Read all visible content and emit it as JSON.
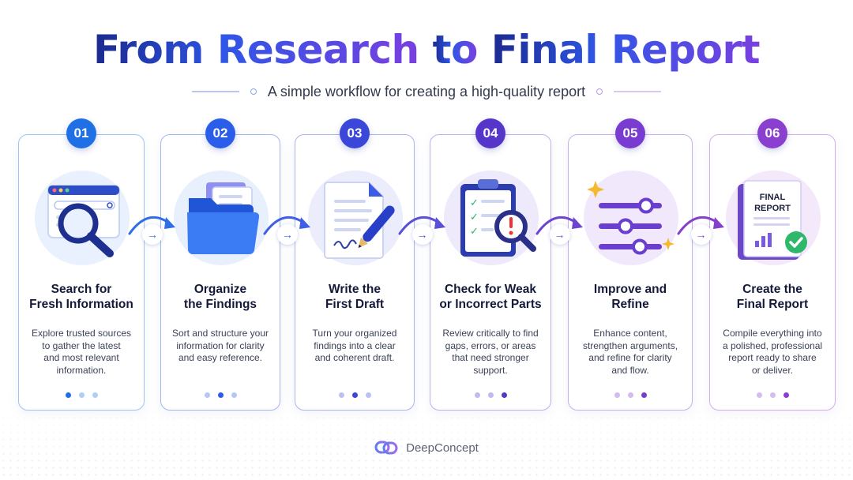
{
  "title": {
    "part1": "From Research",
    "part2": "to",
    "part3": "Final Report"
  },
  "subtitle": "A simple workflow for creating a high-quality report",
  "steps": [
    {
      "number": "01",
      "title_line1": "Search for",
      "title_line2": "Fresh Information",
      "description": [
        "Explore trusted sources",
        "to gather the latest",
        "and most relevant",
        "information."
      ],
      "accent": "#1f6fe5",
      "icon": "magnifier-browser-icon",
      "active_dot": 0
    },
    {
      "number": "02",
      "title_line1": "Organize",
      "title_line2": "the Findings",
      "description": [
        "Sort and structure your",
        "information for clarity",
        "and easy reference."
      ],
      "accent": "#2a5ee8",
      "icon": "folder-icon",
      "active_dot": 1
    },
    {
      "number": "03",
      "title_line1": "Write the",
      "title_line2": "First Draft",
      "description": [
        "Turn your organized",
        "findings into a clear",
        "and coherent draft."
      ],
      "accent": "#3b47d8",
      "icon": "document-pen-icon",
      "active_dot": 1
    },
    {
      "number": "04",
      "title_line1": "Check for Weak",
      "title_line2": "or Incorrect Parts",
      "description": [
        "Review critically to find",
        "gaps, errors, or areas",
        "that need stronger",
        "support."
      ],
      "accent": "#5636c9",
      "icon": "clipboard-check-icon",
      "active_dot": 2
    },
    {
      "number": "05",
      "title_line1": "Improve and",
      "title_line2": "Refine",
      "description": [
        "Enhance content,",
        "strengthen arguments,",
        "and refine for clarity",
        "and flow."
      ],
      "accent": "#7a3bd0",
      "icon": "sliders-icon",
      "active_dot": 2
    },
    {
      "number": "06",
      "title_line1": "Create the",
      "title_line2": "Final Report",
      "description": [
        "Compile everything into",
        "a polished, professional",
        "report ready to share",
        "or deliver."
      ],
      "accent": "#8a3fcf",
      "icon": "final-report-icon",
      "active_dot": 2
    }
  ],
  "illustration_labels": {
    "final_report_line1": "FINAL",
    "final_report_line2": "REPORT"
  },
  "brand": {
    "name": "DeepConcept"
  },
  "colors": {
    "blue": "#1f6fe5",
    "indigo": "#3b47d8",
    "purple": "#8a3fcf",
    "dark_title": "#1b2a8f"
  }
}
